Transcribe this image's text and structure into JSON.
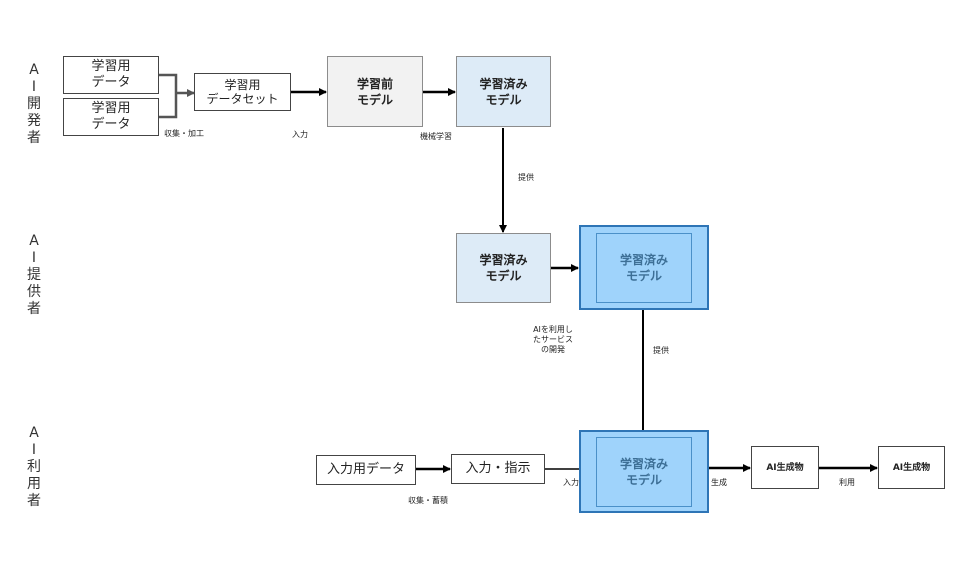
{
  "roles": {
    "developer": "A\nI\n開\n発\n者",
    "provider": "A\nI\n提\n供\n者",
    "user": "A\nI\n利\n用\n者"
  },
  "developer": {
    "data1": "学習用\nデータ",
    "data2": "学習用\nデータ",
    "dataset": "学習用\nデータセット",
    "pretrain_model": "学習前\nモデル",
    "trained_model": "学習済み\nモデル",
    "label_collect": "収集・加工",
    "label_input": "入力",
    "label_ml": "機械学習",
    "label_provide": "提供"
  },
  "provider": {
    "trained_model": "学習済み\nモデル",
    "service_model": "学習済み\nモデル",
    "label_service": "AIを利用し\nたサービス\nの開発",
    "label_provide": "提供"
  },
  "user": {
    "input_data": "入力用データ",
    "input_instruction": "入力・指示",
    "service_model": "学習済み\nモデル",
    "ai_output_1": "AI生成物",
    "ai_output_2": "AI生成物",
    "label_collect": "収集・蓄積",
    "label_input": "入力",
    "label_generate": "生成",
    "label_use": "利用"
  },
  "colors": {
    "pale_blue": "#ddebf7",
    "service_blue": "#9fd3fb",
    "service_border": "#2e75b6",
    "gray_box": "#f2f2f2"
  }
}
